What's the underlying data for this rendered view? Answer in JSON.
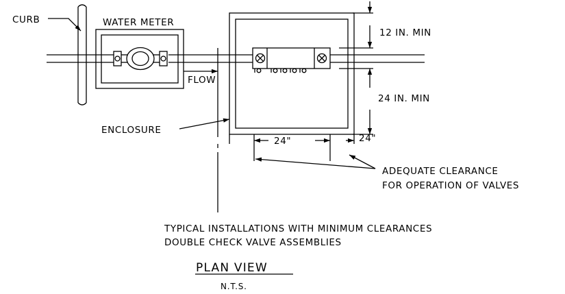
{
  "labels": {
    "curb": "CURB",
    "water_meter": "WATER METER",
    "flow": "FLOW",
    "enclosure": "ENCLOSURE",
    "clearance_top": "12 IN. MIN",
    "clearance_right": "24 IN. MIN",
    "clearance_bottom_left": "24\"",
    "clearance_bottom_right": "24\"",
    "adequate_line1": "ADEQUATE CLEARANCE",
    "adequate_line2": "FOR OPERATION OF VALVES",
    "caption_line1": "TYPICAL INSTALLATIONS WITH MINIMUM CLEARANCES",
    "caption_line2": "DOUBLE CHECK VALVE ASSEMBLIES",
    "view_title": "PLAN VIEW",
    "scale_note": "N.T.S."
  }
}
